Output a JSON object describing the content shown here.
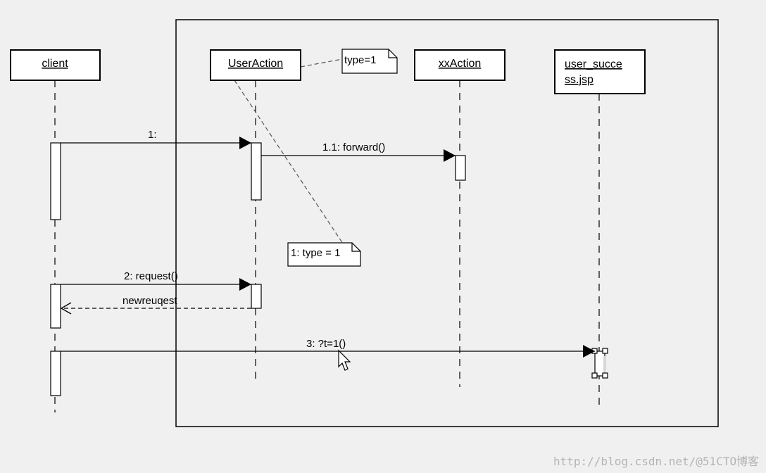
{
  "colors": {
    "background": "#f0f0f0",
    "stroke": "#000000",
    "box_fill": "#ffffff",
    "note_line": "#555555",
    "watermark": "#b4b4b4"
  },
  "participants": [
    {
      "id": "client",
      "label": "client"
    },
    {
      "id": "useraction",
      "label": "UserAction"
    },
    {
      "id": "xxaction",
      "label": "xxAction"
    },
    {
      "id": "usersuccess",
      "label_lines": [
        "user_succe",
        "ss.jsp"
      ]
    }
  ],
  "messages": [
    {
      "id": "msg1",
      "label": "1:",
      "from": "client",
      "to": "useraction",
      "style": "solid"
    },
    {
      "id": "msg11",
      "label": "1.1: forward()",
      "from": "useraction",
      "to": "xxaction",
      "style": "solid"
    },
    {
      "id": "msg2",
      "label": "2: request()",
      "from": "client",
      "to": "useraction",
      "style": "solid"
    },
    {
      "id": "msgreturn",
      "label": "newreuqest",
      "from": "useraction",
      "to": "client",
      "style": "dashed-return"
    },
    {
      "id": "msg3",
      "label": "3: ?t=1()",
      "from": "client",
      "to": "usersuccess",
      "style": "solid"
    }
  ],
  "notes": [
    {
      "id": "note-type",
      "text": "type=1",
      "attached_to": "useraction"
    },
    {
      "id": "note-type-msg",
      "text": "1: type = 1",
      "attached_to": "useraction"
    }
  ],
  "watermark": "http://blog.csdn.net/@51CTO博客"
}
